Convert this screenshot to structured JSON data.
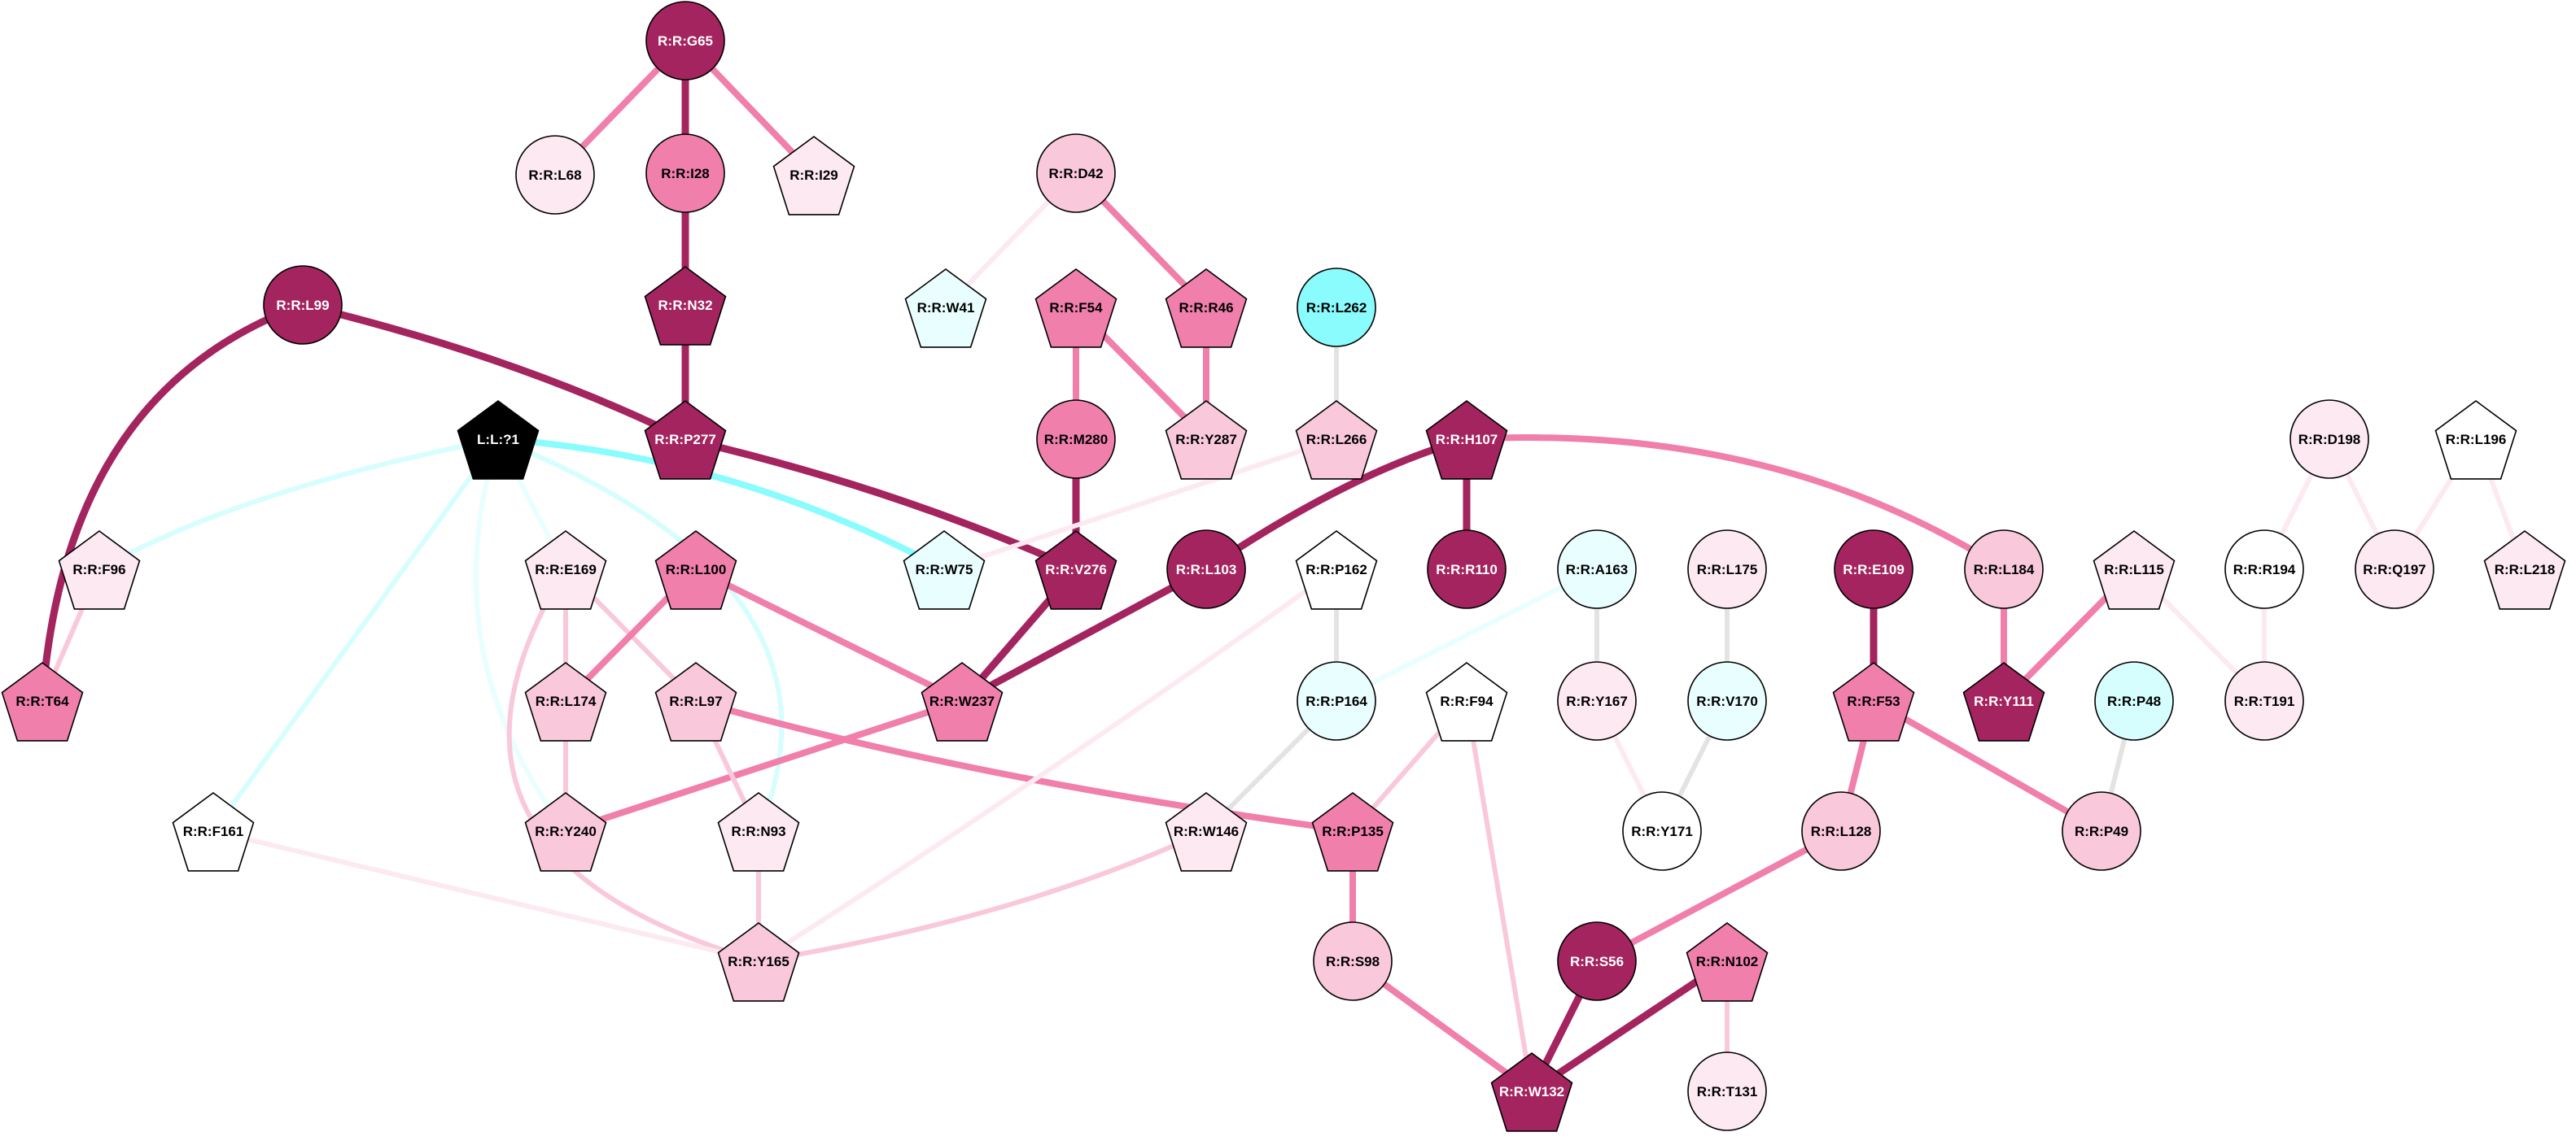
{
  "colors": {
    "dark": "#a3245e",
    "mid": "#f07fab",
    "light": "#f9c8da",
    "pale": "#fde9f1",
    "white": "#ffffff",
    "cyan": "#8afcfd",
    "cyan_light": "#d6fefe",
    "cyan_pale": "#e9fefe",
    "grey": "#e3e3e3",
    "black": "#000000"
  },
  "nodes": [
    {
      "id": "G65",
      "label": "R:R:G65",
      "shape": "circle",
      "fill": "dark"
    },
    {
      "id": "L68",
      "label": "R:R:L68",
      "shape": "circle",
      "fill": "pale"
    },
    {
      "id": "I28",
      "label": "R:R:I28",
      "shape": "circle",
      "fill": "mid"
    },
    {
      "id": "I29",
      "label": "R:R:I29",
      "shape": "pentagon",
      "fill": "pale"
    },
    {
      "id": "N32",
      "label": "R:R:N32",
      "shape": "pentagon",
      "fill": "dark"
    },
    {
      "id": "L99",
      "label": "R:R:L99",
      "shape": "circle",
      "fill": "dark"
    },
    {
      "id": "P277",
      "label": "R:R:P277",
      "shape": "pentagon",
      "fill": "dark"
    },
    {
      "id": "LIG",
      "label": "L:L:?1",
      "shape": "pentagon",
      "fill": "black"
    },
    {
      "id": "D42",
      "label": "R:R:D42",
      "shape": "circle",
      "fill": "light"
    },
    {
      "id": "W41",
      "label": "R:R:W41",
      "shape": "pentagon",
      "fill": "cyan_pale"
    },
    {
      "id": "F54",
      "label": "R:R:F54",
      "shape": "pentagon",
      "fill": "mid"
    },
    {
      "id": "R46",
      "label": "R:R:R46",
      "shape": "pentagon",
      "fill": "mid"
    },
    {
      "id": "L262",
      "label": "R:R:L262",
      "shape": "circle",
      "fill": "cyan"
    },
    {
      "id": "M280",
      "label": "R:R:M280",
      "shape": "circle",
      "fill": "mid"
    },
    {
      "id": "Y287",
      "label": "R:R:Y287",
      "shape": "pentagon",
      "fill": "light"
    },
    {
      "id": "L266",
      "label": "R:R:L266",
      "shape": "pentagon",
      "fill": "light"
    },
    {
      "id": "H107",
      "label": "R:R:H107",
      "shape": "pentagon",
      "fill": "dark"
    },
    {
      "id": "F96",
      "label": "R:R:F96",
      "shape": "pentagon",
      "fill": "pale"
    },
    {
      "id": "T64",
      "label": "R:R:T64",
      "shape": "pentagon",
      "fill": "mid"
    },
    {
      "id": "E169",
      "label": "R:R:E169",
      "shape": "pentagon",
      "fill": "pale"
    },
    {
      "id": "L100",
      "label": "R:R:L100",
      "shape": "pentagon",
      "fill": "mid"
    },
    {
      "id": "W75",
      "label": "R:R:W75",
      "shape": "pentagon",
      "fill": "cyan_pale"
    },
    {
      "id": "V276",
      "label": "R:R:V276",
      "shape": "pentagon",
      "fill": "dark"
    },
    {
      "id": "L103",
      "label": "R:R:L103",
      "shape": "circle",
      "fill": "dark"
    },
    {
      "id": "R110",
      "label": "R:R:R110",
      "shape": "circle",
      "fill": "dark"
    },
    {
      "id": "P162",
      "label": "R:R:P162",
      "shape": "pentagon",
      "fill": "white"
    },
    {
      "id": "A163",
      "label": "R:R:A163",
      "shape": "circle",
      "fill": "cyan_pale"
    },
    {
      "id": "L175",
      "label": "R:R:L175",
      "shape": "circle",
      "fill": "pale"
    },
    {
      "id": "E109",
      "label": "R:R:E109",
      "shape": "circle",
      "fill": "dark"
    },
    {
      "id": "L184",
      "label": "R:R:L184",
      "shape": "circle",
      "fill": "light"
    },
    {
      "id": "L115",
      "label": "R:R:L115",
      "shape": "pentagon",
      "fill": "pale"
    },
    {
      "id": "D198",
      "label": "R:R:D198",
      "shape": "circle",
      "fill": "pale"
    },
    {
      "id": "L196",
      "label": "R:R:L196",
      "shape": "pentagon",
      "fill": "white"
    },
    {
      "id": "R194",
      "label": "R:R:R194",
      "shape": "circle",
      "fill": "white"
    },
    {
      "id": "Q197",
      "label": "R:R:Q197",
      "shape": "circle",
      "fill": "pale"
    },
    {
      "id": "L218",
      "label": "R:R:L218",
      "shape": "pentagon",
      "fill": "pale"
    },
    {
      "id": "L174",
      "label": "R:R:L174",
      "shape": "pentagon",
      "fill": "light"
    },
    {
      "id": "L97",
      "label": "R:R:L97",
      "shape": "pentagon",
      "fill": "light"
    },
    {
      "id": "W237",
      "label": "R:R:W237",
      "shape": "pentagon",
      "fill": "mid"
    },
    {
      "id": "P164",
      "label": "R:R:P164",
      "shape": "circle",
      "fill": "cyan_pale"
    },
    {
      "id": "F94",
      "label": "R:R:F94",
      "shape": "pentagon",
      "fill": "white"
    },
    {
      "id": "Y167",
      "label": "R:R:Y167",
      "shape": "circle",
      "fill": "pale"
    },
    {
      "id": "V170",
      "label": "R:R:V170",
      "shape": "circle",
      "fill": "cyan_pale"
    },
    {
      "id": "F53",
      "label": "R:R:F53",
      "shape": "pentagon",
      "fill": "mid"
    },
    {
      "id": "Y111",
      "label": "R:R:Y111",
      "shape": "pentagon",
      "fill": "dark"
    },
    {
      "id": "P48",
      "label": "R:R:P48",
      "shape": "circle",
      "fill": "cyan_light"
    },
    {
      "id": "T191",
      "label": "R:R:T191",
      "shape": "circle",
      "fill": "pale"
    },
    {
      "id": "F161",
      "label": "R:R:F161",
      "shape": "pentagon",
      "fill": "white"
    },
    {
      "id": "Y240",
      "label": "R:R:Y240",
      "shape": "pentagon",
      "fill": "light"
    },
    {
      "id": "N93",
      "label": "R:R:N93",
      "shape": "pentagon",
      "fill": "pale"
    },
    {
      "id": "W146",
      "label": "R:R:W146",
      "shape": "pentagon",
      "fill": "pale"
    },
    {
      "id": "P135",
      "label": "R:R:P135",
      "shape": "pentagon",
      "fill": "mid"
    },
    {
      "id": "Y171",
      "label": "R:R:Y171",
      "shape": "circle",
      "fill": "white"
    },
    {
      "id": "L128",
      "label": "R:R:L128",
      "shape": "circle",
      "fill": "light"
    },
    {
      "id": "P49",
      "label": "R:R:P49",
      "shape": "circle",
      "fill": "light"
    },
    {
      "id": "Y165",
      "label": "R:R:Y165",
      "shape": "pentagon",
      "fill": "light"
    },
    {
      "id": "S98",
      "label": "R:R:S98",
      "shape": "circle",
      "fill": "light"
    },
    {
      "id": "S56",
      "label": "R:R:S56",
      "shape": "circle",
      "fill": "dark"
    },
    {
      "id": "N102",
      "label": "R:R:N102",
      "shape": "pentagon",
      "fill": "mid"
    },
    {
      "id": "W132",
      "label": "R:R:W132",
      "shape": "pentagon",
      "fill": "dark"
    },
    {
      "id": "T131",
      "label": "R:R:T131",
      "shape": "circle",
      "fill": "pale"
    }
  ],
  "edges": [
    {
      "source": "G65",
      "target": "L68",
      "color": "mid",
      "weight": "medium"
    },
    {
      "source": "G65",
      "target": "I28",
      "color": "dark",
      "weight": "heavy"
    },
    {
      "source": "G65",
      "target": "I29",
      "color": "mid",
      "weight": "medium"
    },
    {
      "source": "I28",
      "target": "N32",
      "color": "dark",
      "weight": "heavy"
    },
    {
      "source": "N32",
      "target": "P277",
      "color": "dark",
      "weight": "heavy"
    },
    {
      "source": "L99",
      "target": "P277",
      "color": "dark",
      "weight": "heavy"
    },
    {
      "source": "L99",
      "target": "T64",
      "color": "dark",
      "weight": "heavy"
    },
    {
      "source": "P277",
      "target": "V276",
      "color": "dark",
      "weight": "heavy"
    },
    {
      "source": "D42",
      "target": "W41",
      "color": "pale",
      "weight": "light"
    },
    {
      "source": "D42",
      "target": "R46",
      "color": "mid",
      "weight": "medium"
    },
    {
      "source": "F54",
      "target": "M280",
      "color": "mid",
      "weight": "medium"
    },
    {
      "source": "F54",
      "target": "Y287",
      "color": "mid",
      "weight": "medium"
    },
    {
      "source": "R46",
      "target": "Y287",
      "color": "mid",
      "weight": "medium"
    },
    {
      "source": "L262",
      "target": "L266",
      "color": "grey",
      "weight": "light"
    },
    {
      "source": "M280",
      "target": "V276",
      "color": "dark",
      "weight": "heavy"
    },
    {
      "source": "L266",
      "target": "W75",
      "color": "pale",
      "weight": "light"
    },
    {
      "source": "H107",
      "target": "L103",
      "color": "dark",
      "weight": "heavy"
    },
    {
      "source": "H107",
      "target": "R110",
      "color": "dark",
      "weight": "heavy"
    },
    {
      "source": "H107",
      "target": "L184",
      "color": "mid",
      "weight": "medium"
    },
    {
      "source": "LIG",
      "target": "F96",
      "color": "cyan_light",
      "weight": "light"
    },
    {
      "source": "LIG",
      "target": "W75",
      "color": "cyan",
      "weight": "medium"
    },
    {
      "source": "LIG",
      "target": "E169",
      "color": "cyan_pale",
      "weight": "light"
    },
    {
      "source": "LIG",
      "target": "F161",
      "color": "cyan_light",
      "weight": "light"
    },
    {
      "source": "LIG",
      "target": "Y240",
      "color": "cyan_pale",
      "weight": "light"
    },
    {
      "source": "LIG",
      "target": "N93",
      "color": "cyan_light",
      "weight": "light"
    },
    {
      "source": "F96",
      "target": "T64",
      "color": "light",
      "weight": "light"
    },
    {
      "source": "E169",
      "target": "L174",
      "color": "light",
      "weight": "light"
    },
    {
      "source": "E169",
      "target": "L97",
      "color": "light",
      "weight": "light"
    },
    {
      "source": "E169",
      "target": "Y165",
      "color": "light",
      "weight": "light"
    },
    {
      "source": "L100",
      "target": "L174",
      "color": "mid",
      "weight": "medium"
    },
    {
      "source": "L100",
      "target": "W237",
      "color": "mid",
      "weight": "medium"
    },
    {
      "source": "V276",
      "target": "W237",
      "color": "dark",
      "weight": "heavy"
    },
    {
      "source": "L103",
      "target": "W237",
      "color": "dark",
      "weight": "heavy"
    },
    {
      "source": "W237",
      "target": "Y240",
      "color": "mid",
      "weight": "medium"
    },
    {
      "source": "L174",
      "target": "Y240",
      "color": "light",
      "weight": "light"
    },
    {
      "source": "L97",
      "target": "N93",
      "color": "light",
      "weight": "light"
    },
    {
      "source": "L97",
      "target": "P135",
      "color": "mid",
      "weight": "medium"
    },
    {
      "source": "N93",
      "target": "Y165",
      "color": "light",
      "weight": "light"
    },
    {
      "source": "F161",
      "target": "Y165",
      "color": "pale",
      "weight": "light"
    },
    {
      "source": "P162",
      "target": "Y165",
      "color": "pale",
      "weight": "light"
    },
    {
      "source": "W146",
      "target": "Y165",
      "color": "light",
      "weight": "light"
    },
    {
      "source": "P162",
      "target": "P164",
      "color": "grey",
      "weight": "light"
    },
    {
      "source": "A163",
      "target": "P164",
      "color": "cyan_pale",
      "weight": "light"
    },
    {
      "source": "A163",
      "target": "Y167",
      "color": "grey",
      "weight": "light"
    },
    {
      "source": "P164",
      "target": "W146",
      "color": "grey",
      "weight": "light"
    },
    {
      "source": "L175",
      "target": "V170",
      "color": "grey",
      "weight": "light"
    },
    {
      "source": "V170",
      "target": "Y171",
      "color": "grey",
      "weight": "light"
    },
    {
      "source": "Y167",
      "target": "Y171",
      "color": "pale",
      "weight": "light"
    },
    {
      "source": "F94",
      "target": "P135",
      "color": "light",
      "weight": "light"
    },
    {
      "source": "F94",
      "target": "W132",
      "color": "light",
      "weight": "light"
    },
    {
      "source": "P135",
      "target": "S98",
      "color": "mid",
      "weight": "medium"
    },
    {
      "source": "S98",
      "target": "W132",
      "color": "mid",
      "weight": "medium"
    },
    {
      "source": "E109",
      "target": "F53",
      "color": "dark",
      "weight": "heavy"
    },
    {
      "source": "F53",
      "target": "L128",
      "color": "mid",
      "weight": "medium"
    },
    {
      "source": "F53",
      "target": "P49",
      "color": "mid",
      "weight": "medium"
    },
    {
      "source": "L128",
      "target": "S56",
      "color": "mid",
      "weight": "medium"
    },
    {
      "source": "S56",
      "target": "W132",
      "color": "dark",
      "weight": "heavy"
    },
    {
      "source": "N102",
      "target": "W132",
      "color": "dark",
      "weight": "heavy"
    },
    {
      "source": "N102",
      "target": "T131",
      "color": "light",
      "weight": "light"
    },
    {
      "source": "L184",
      "target": "Y111",
      "color": "mid",
      "weight": "medium"
    },
    {
      "source": "L115",
      "target": "Y111",
      "color": "mid",
      "weight": "medium"
    },
    {
      "source": "L115",
      "target": "T191",
      "color": "pale",
      "weight": "light"
    },
    {
      "source": "R194",
      "target": "T191",
      "color": "pale",
      "weight": "light"
    },
    {
      "source": "P48",
      "target": "P49",
      "color": "grey",
      "weight": "light"
    },
    {
      "source": "D198",
      "target": "R194",
      "color": "pale",
      "weight": "light"
    },
    {
      "source": "D198",
      "target": "Q197",
      "color": "pale",
      "weight": "light"
    },
    {
      "source": "L196",
      "target": "Q197",
      "color": "pale",
      "weight": "light"
    },
    {
      "source": "L196",
      "target": "L218",
      "color": "pale",
      "weight": "light"
    }
  ]
}
